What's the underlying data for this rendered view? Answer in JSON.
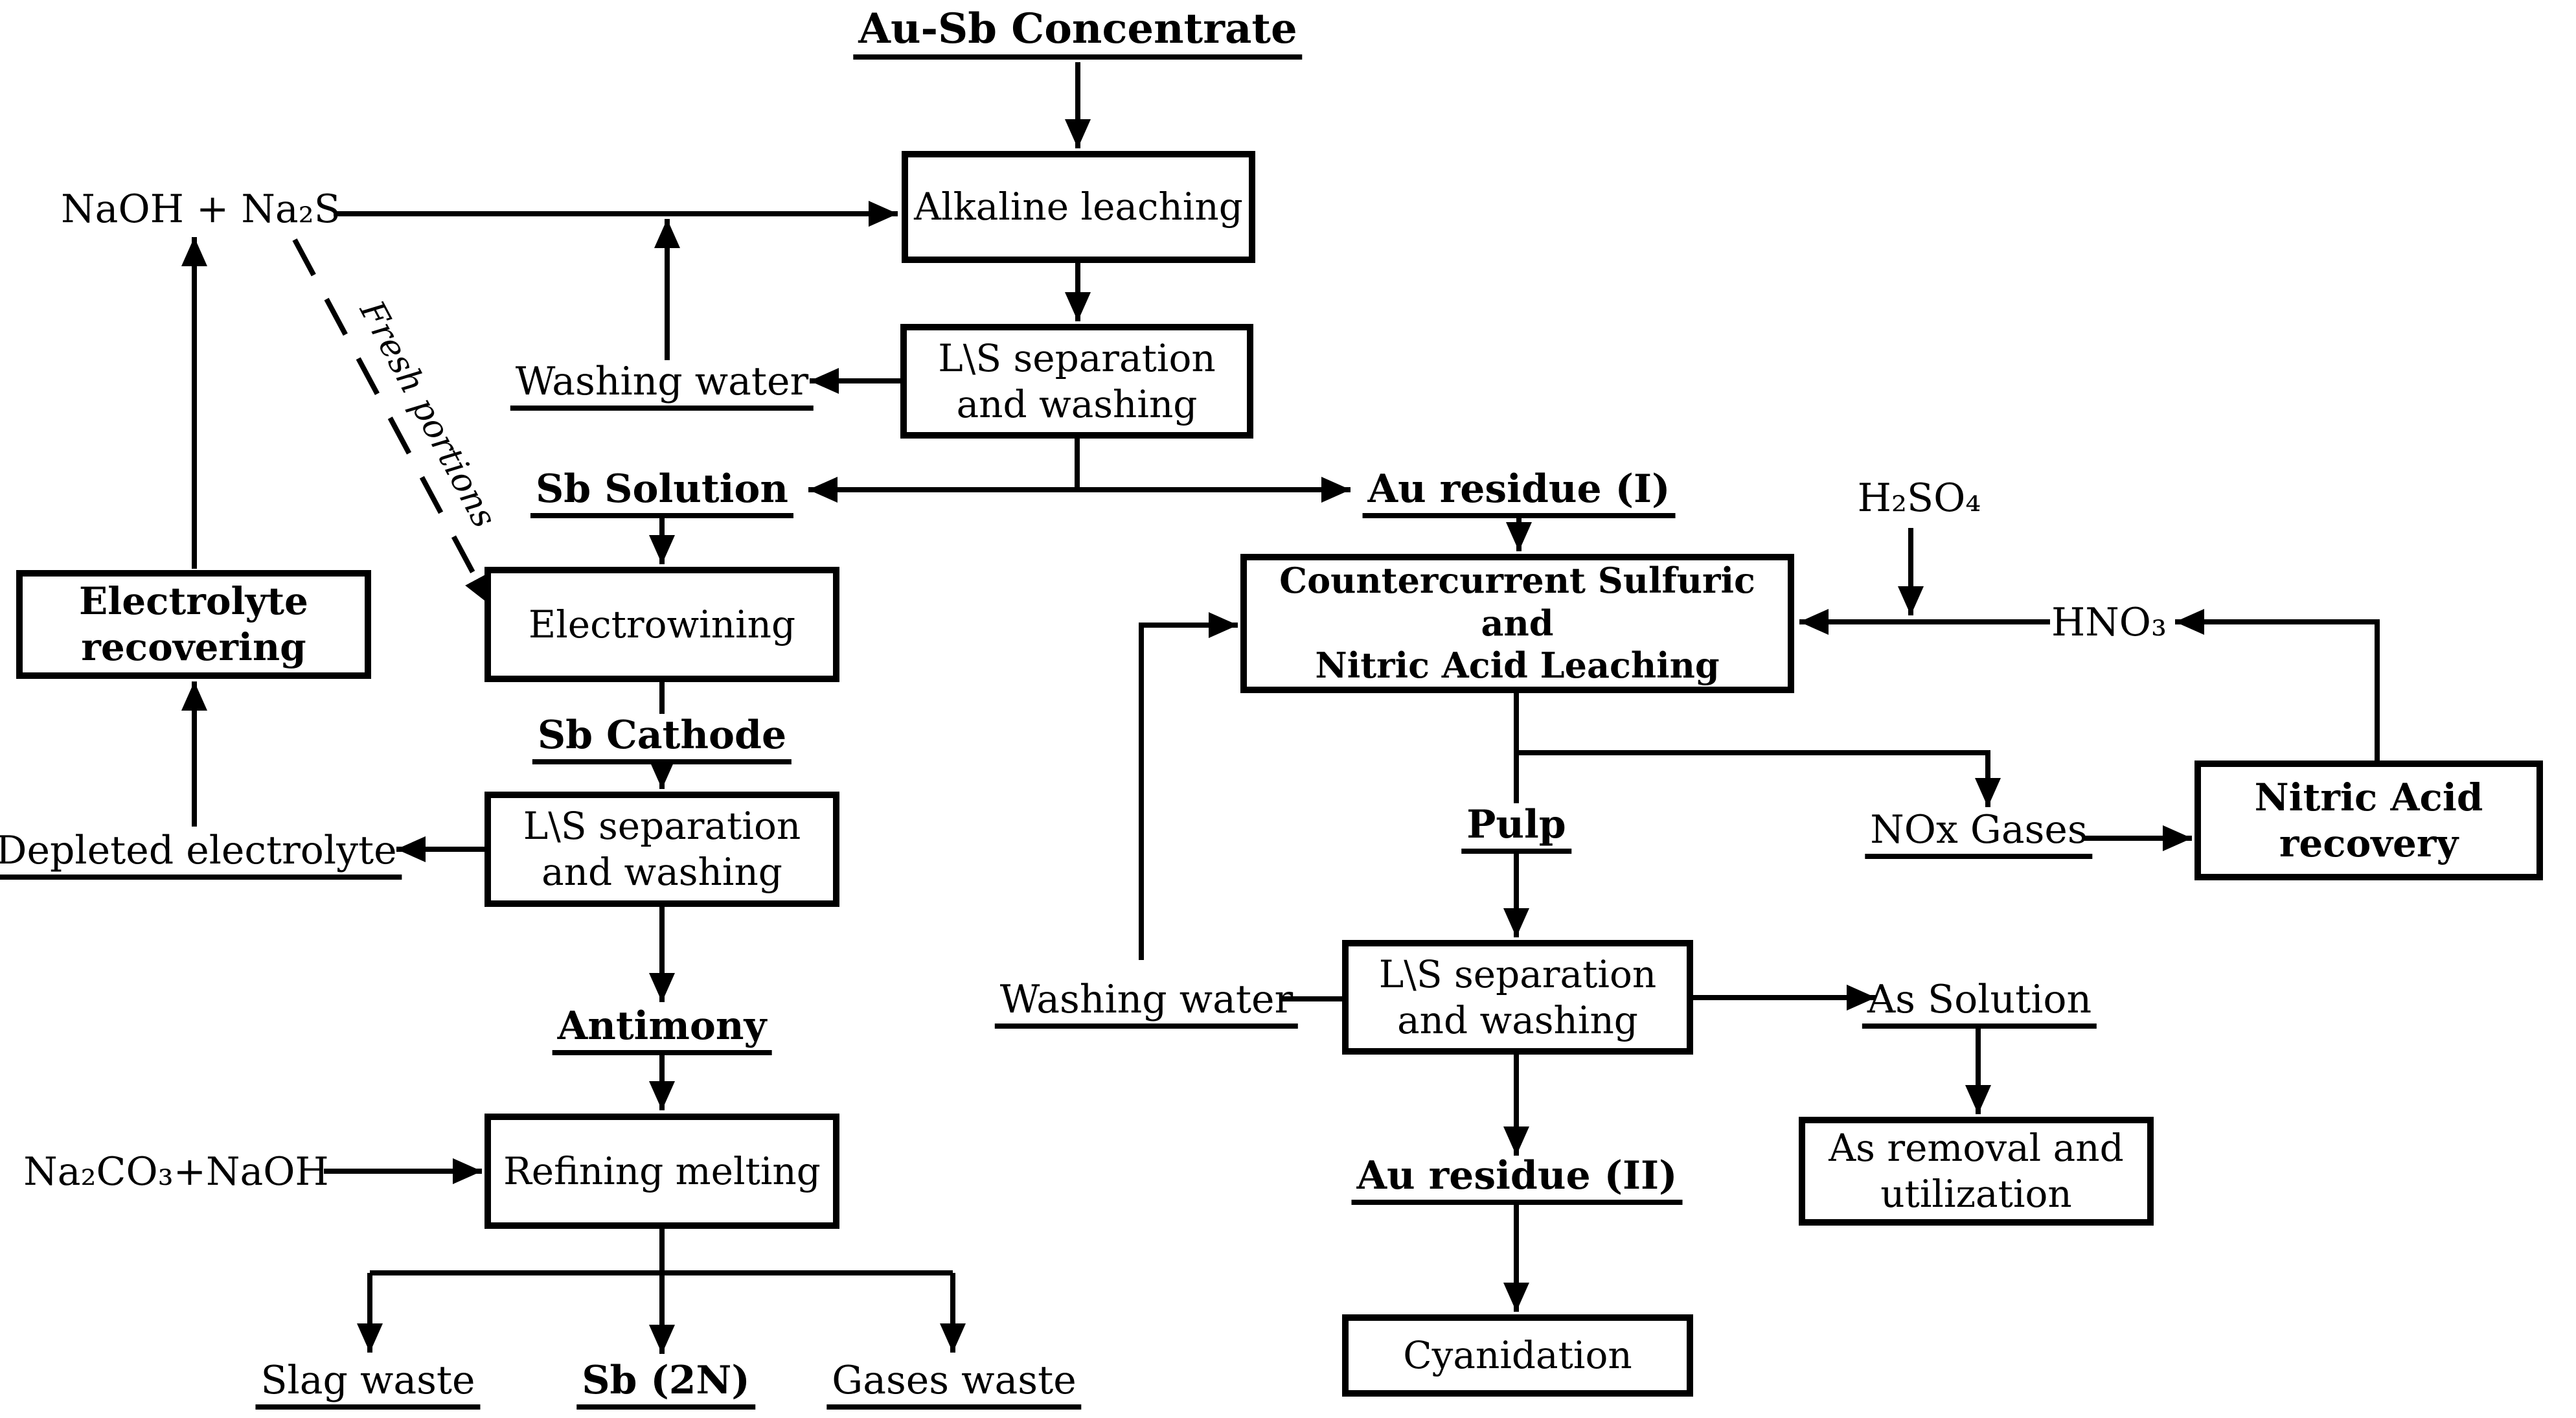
{
  "colors": {
    "ink": "#000000",
    "background": "#ffffff"
  },
  "nodes": {
    "au_sb_concentrate": "Au-Sb Concentrate",
    "alkaline_leaching": "Alkaline leaching",
    "ls_separation_1": "L\\S separation\nand washing",
    "sb_solution": "Sb Solution",
    "au_residue_1": "Au residue (I)",
    "electrowining": "Electrowining",
    "electrolyte_recovering": "Electrolyte\nrecovering",
    "sb_cathode": "Sb Cathode",
    "ls_separation_2": "L\\S separation\nand washing",
    "depleted_electrolyte": "Depleted electrolyte",
    "antimony": "Antimony",
    "refining_melting": "Refining melting",
    "slag_waste": "Slag waste",
    "sb_2n": "Sb (2N)",
    "gases_waste": "Gases waste",
    "countercurrent_leaching": "Countercurrent Sulfuric and\nNitric Acid Leaching",
    "pulp": "Pulp",
    "nox_gases": "NOx Gases",
    "nitric_acid_recovery": "Nitric Acid\nrecovery",
    "ls_separation_3": "L\\S separation\nand washing",
    "au_residue_2": "Au residue (II)",
    "cyanidation": "Cyanidation",
    "as_solution": "As Solution",
    "as_removal_utilization": "As removal and\nutilization"
  },
  "reagents": {
    "naoh_na2s": "NaOH + Na₂S",
    "washing_water_1": "Washing water",
    "washing_water_2": "Washing water",
    "na2co3_naoh": "Na₂CO₃+NaOH",
    "h2so4": "H₂SO₄",
    "hno3": "HNO₃"
  },
  "annotations": {
    "fresh_portions": "Fresh portions"
  }
}
